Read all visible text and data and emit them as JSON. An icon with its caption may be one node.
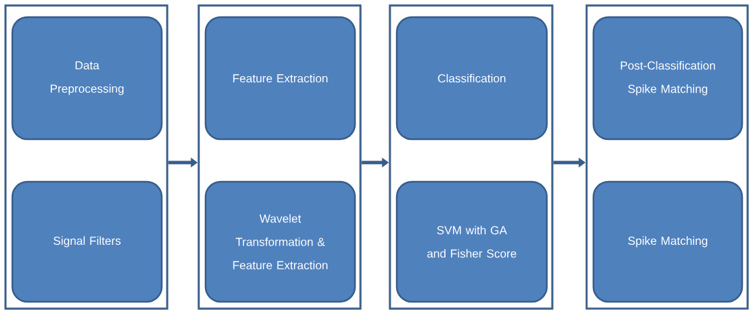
{
  "diagram": {
    "nodes": [
      {
        "text": [],
        "shape": "box"
      },
      {
        "text": [
          "Data Preprocessing"
        ],
        "in": 0
      },
      {
        "text": [
          "Signal Filters"
        ],
        "in": 0
      },
      {
        "text": [],
        "shape": "box"
      },
      {
        "text": [
          "Feature Extraction"
        ],
        "in": 3
      },
      {
        "text": [
          "Wavelet Transformation & Feature Extraction"
        ],
        "in": 3
      },
      {
        "text": [],
        "shape": "box"
      },
      {
        "text": [
          "Classification"
        ],
        "in": 6
      },
      {
        "text": [
          "SVM with GA and Fisher Score"
        ],
        "in": 6
      },
      {
        "text": [],
        "shape": "box"
      },
      {
        "text": [
          "Post-Classification Spike Matching"
        ],
        "in": 9
      },
      {
        "text": [
          "Spike Matching"
        ],
        "in": 9
      }
    ],
    "edges": [
      {
        "from": 0,
        "to": 3,
        "arrow": "to"
      },
      {
        "from": 3,
        "to": 6,
        "arrow": "to"
      },
      {
        "from": 6,
        "to": 9,
        "arrow": "to"
      }
    ]
  }
}
